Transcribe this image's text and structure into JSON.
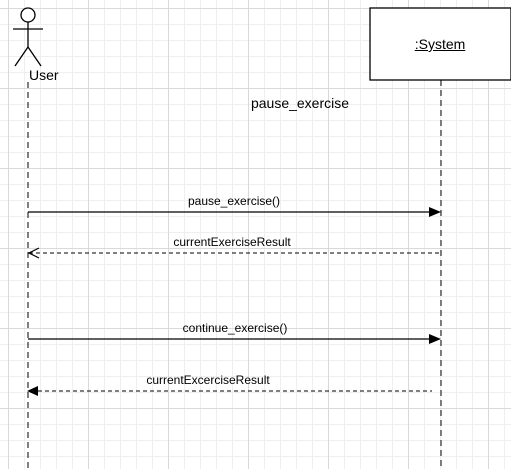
{
  "actor": {
    "name": "User"
  },
  "system": {
    "name": ":System"
  },
  "frame_label": "pause_exercise",
  "messages": [
    {
      "label": "pause_exercise()",
      "kind": "sync",
      "direction": "to-system"
    },
    {
      "label": "currentExerciseResult",
      "kind": "return",
      "direction": "to-user"
    },
    {
      "label": "continue_exercise()",
      "kind": "sync",
      "direction": "to-system"
    },
    {
      "label": "currentExcerciseResult",
      "kind": "return",
      "direction": "to-user"
    }
  ],
  "colors": {
    "line": "#000000",
    "grid_major": "#d9d9d9",
    "grid_minor": "#efefef"
  }
}
